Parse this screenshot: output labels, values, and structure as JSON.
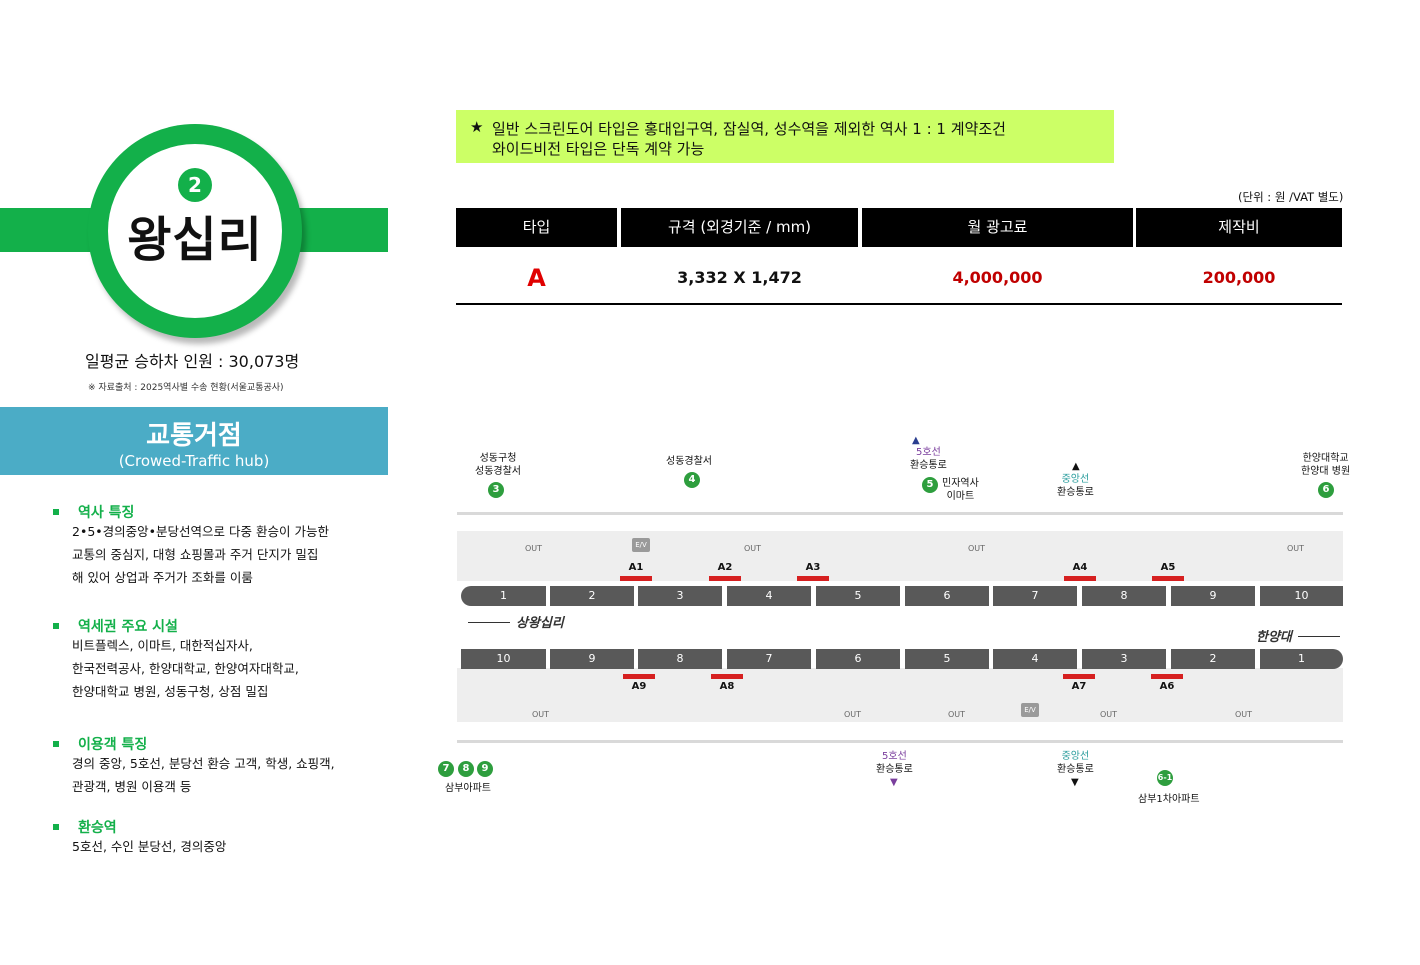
{
  "station": {
    "line_number": "2",
    "name": "왕십리",
    "ridership": "일평균 승하차 인원 : 30,073명",
    "source": "※ 자료출처 : 2025역사별 수송 현황(서울교통공사)"
  },
  "hub": {
    "title": "교통거점",
    "subtitle": "(Crowed-Traffic hub)"
  },
  "sections": [
    {
      "heading": "역사 특징",
      "lines": [
        "2•5•경의중앙•분당선역으로 다중 환승이 가능한",
        "교통의 중심지, 대형 쇼핑몰과 주거 단지가 밀집",
        "해 있어 상업과 주거가 조화를 이룸"
      ]
    },
    {
      "heading": "역세권 주요 시설",
      "lines": [
        "비트플렉스, 이마트, 대한적십자사,",
        "한국전력공사, 한양대학교, 한양여자대학교,",
        "한양대학교 병원, 성동구청, 상점 밀집"
      ]
    },
    {
      "heading": "이용객 특징",
      "lines": [
        "경의 중앙, 5호선, 분당선 환승 고객, 학생, 쇼핑객,",
        "관광객, 병원 이용객 등"
      ]
    },
    {
      "heading": "환승역",
      "lines": [
        "5호선, 수인 분당선, 경의중앙"
      ]
    }
  ],
  "notice": {
    "star": "★",
    "line1": "일반 스크린도어 타입은 홍대입구역, 잠실역, 성수역을 제외한 역사 1 : 1 계약조건",
    "line2": "와이드비전 타입은 단독 계약 가능"
  },
  "unit_note": "(단위 : 원 /VAT 별도)",
  "table": {
    "headers": [
      "타입",
      "규격 (외경기준 / mm)",
      "월 광고료",
      "제작비"
    ],
    "row": {
      "type": "A",
      "size": "3,332 X 1,472",
      "fee": "4,000,000",
      "production": "200,000"
    }
  },
  "colors": {
    "green": "#13b04a",
    "hub_blue": "#4bacc6",
    "notice_bg": "#ccff66",
    "price_red": "#c00000"
  },
  "map": {
    "top_cars": [
      "1",
      "2",
      "3",
      "4",
      "5",
      "6",
      "7",
      "8",
      "9",
      "10"
    ],
    "bottom_cars": [
      "10",
      "9",
      "8",
      "7",
      "6",
      "5",
      "4",
      "3",
      "2",
      "1"
    ],
    "top_ads": [
      "A1",
      "A2",
      "A3",
      "A4",
      "A5"
    ],
    "bottom_ads": [
      "A9",
      "A8",
      "A7",
      "A6"
    ],
    "dir_left": "상왕십리",
    "dir_right": "한양대",
    "out": "OUT",
    "ev": "E/V",
    "top_labels": {
      "exit3": "3",
      "exit3_l1": "성동구청",
      "exit3_l2": "성동경찰서",
      "exit4": "4",
      "exit4_l1": "성동경찰서",
      "exit5": "5",
      "exit5_l1": "민자역사",
      "exit5_l2": "이마트",
      "line5_l1": "5호선",
      "line5_l2": "환승통로",
      "jungang_l1": "중앙선",
      "jungang_l2": "환승통로",
      "exit6": "6",
      "exit6_l1": "한양대학교",
      "exit6_l2": "한양대 병원"
    },
    "bottom_labels": {
      "exit7": "7",
      "exit8": "8",
      "exit9": "9",
      "exit789_l1": "삼부아파트",
      "line5_l1": "5호선",
      "line5_l2": "환승통로",
      "jungang_l1": "중앙선",
      "jungang_l2": "환승통로",
      "exit61": "6-1",
      "exit61_l1": "삼부1차아파트"
    }
  }
}
